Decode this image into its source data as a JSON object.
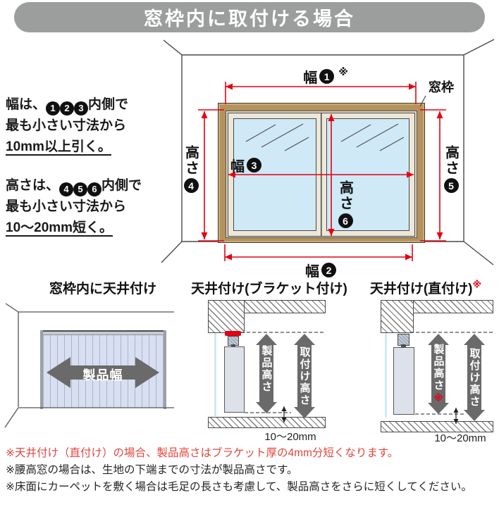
{
  "header": {
    "title": "窓枠内に取付ける場合"
  },
  "instructions": {
    "width_rule": {
      "lead": "幅は、",
      "badges": [
        "1",
        "2",
        "3"
      ],
      "after_badges": "内側で",
      "line2": "最も小さい寸法から",
      "underlined": "10mm以上引く。"
    },
    "height_rule": {
      "lead": "高さは、",
      "badges": [
        "4",
        "5",
        "6"
      ],
      "after_badges": "内側で",
      "line2": "最も小さい寸法から",
      "underlined": "10〜20mm短く。"
    }
  },
  "main_diagram": {
    "frame_label": "窓枠",
    "width1": {
      "kanji": "幅",
      "num": "1",
      "note": "※"
    },
    "width2": {
      "kanji": "幅",
      "num": "2"
    },
    "width3": {
      "kanji": "幅",
      "num": "3"
    },
    "height4": {
      "kanji": "高さ",
      "num": "4"
    },
    "height5": {
      "kanji": "高さ",
      "num": "5"
    },
    "height6": {
      "kanji": "高さ",
      "num": "6"
    }
  },
  "figures": {
    "left": {
      "title": "窓枠内に天井付け",
      "width_arrow_label": "製品幅"
    },
    "middle": {
      "title": "天井付け(ブラケット付け)",
      "product_height_label": "製品高さ",
      "install_height_label": "取付け高さ",
      "gap_label": "10〜20mm"
    },
    "right": {
      "title": "天井付け(直付け)",
      "title_note": "※",
      "product_height_label": "製品高さ",
      "product_height_note": "※",
      "install_height_label": "取付け高さ",
      "gap_label": "10〜20mm"
    }
  },
  "notes": [
    {
      "text": "※天井付け（直付け）の場合、製品高さはブラケット厚の4mm分短くなります。",
      "emphasis": "red"
    },
    {
      "text": "※腰高窓の場合は、生地の下端までの寸法が製品高さです。",
      "emphasis": "normal"
    },
    {
      "text": "※床面にカーペットを敷く場合は毛足の長さも考慮して、製品高さをさらに短くしてください。",
      "emphasis": "normal"
    }
  ],
  "colors": {
    "measure_red": "#e60012",
    "note_red": "#e2453c",
    "frame_tan": "#b5915c",
    "glass_blue": "#cfe9f7",
    "slat_blue": "#d8dff0",
    "fat_arrow_gray": "#6a6a6a",
    "header_gray": "#9c9d9d"
  }
}
